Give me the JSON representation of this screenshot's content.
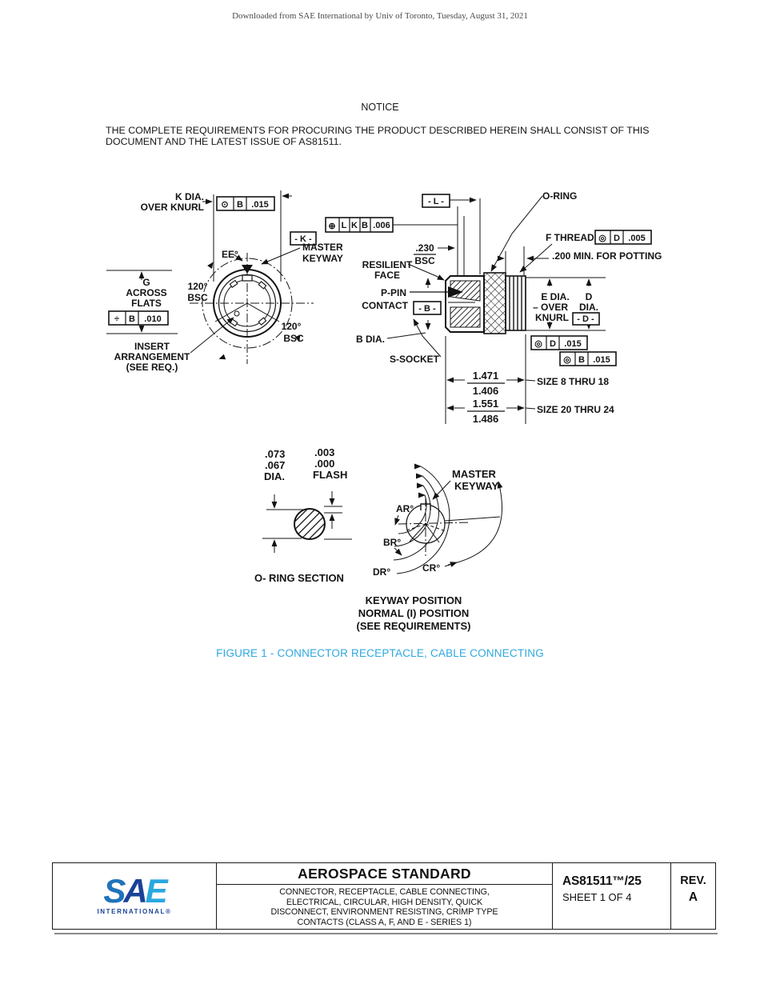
{
  "page": {
    "header": "Downloaded from SAE International by Univ of Toronto, Tuesday, August 31, 2021",
    "notice_title": "NOTICE",
    "notice_line1": "THE COMPLETE REQUIREMENTS FOR PROCURING THE PRODUCT DESCRIBED HEREIN SHALL CONSIST OF THIS",
    "notice_line2": "DOCUMENT AND THE LATEST ISSUE OF AS81511.",
    "figure_caption": "FIGURE 1 - CONNECTOR RECEPTACLE, CABLE CONNECTING",
    "caption_color": "#2fa8df"
  },
  "drawing": {
    "labels": {
      "kDia1": "K DIA.",
      "kDia2": "OVER KNURL",
      "master": "MASTER",
      "keyway": "KEYWAY",
      "ee": "EE°",
      "g": "G",
      "across": "ACROSS",
      "flats": "FLATS",
      "deg120": "120°",
      "bsc": "BSC",
      "insert": "INSERT",
      "arrangement": "ARRANGEMENT",
      "seeReq": "(SEE REQ.)",
      "oring": "O-RING",
      "fthread": "F THREAD",
      "potting": ".200 MIN. FOR POTTING",
      "bsc230": ".230",
      "resilient": "RESILIENT",
      "face": "FACE",
      "ppin": "P-PIN",
      "contact": "CONTACT",
      "bdia": "B DIA.",
      "ssocket": "S-SOCKET",
      "edia": "E DIA.",
      "eover": "– OVER",
      "eknurl": "KNURL",
      "dUpper": "D",
      "dia": "DIA.",
      "f1471": "1.471",
      "f1406": "1.406",
      "size8": "SIZE 8 THRU 18",
      "f1551": "1.551",
      "f1486": "1.486",
      "size20": "SIZE 20 THRU 24",
      "d073": ".073",
      "d067": ".067",
      "diaSmall": "DIA.",
      "f003": ".003",
      "f000": ".000",
      "flash": "FLASH",
      "oringSection": "O- RING SECTION",
      "ar": "AR°",
      "br": "BR°",
      "cr": "CR°",
      "dr": "DR°",
      "kp1": "KEYWAY POSITION",
      "kp2": "NORMAL (I) POSITION",
      "kp3": "(SEE REQUIREMENTS)"
    },
    "datums": {
      "k": "- K -",
      "l": "- L -",
      "b": "- B -",
      "d": "- D -"
    },
    "fcf": {
      "kdia": {
        "sym": "⊙",
        "a": "B",
        "tol": ".015"
      },
      "flats": {
        "sym": "÷",
        "a": "B",
        "tol": ".010"
      },
      "pos": {
        "sym": "⊕",
        "a": "L",
        "b": "K",
        "c": "B",
        "tol": ".006"
      },
      "fthread": {
        "sym": "◎",
        "a": "D",
        "tol": ".005"
      },
      "edia": {
        "sym": "◎",
        "a": "D",
        "tol": ".015"
      },
      "bdia": {
        "sym": "◎",
        "a": "B",
        "tol": ".015"
      }
    }
  },
  "title_block": {
    "logo_s": "S",
    "logo_a": "A",
    "logo_e": "E",
    "logo_sub": "INTERNATIONAL®",
    "title": "AEROSPACE STANDARD",
    "desc_lines": [
      "CONNECTOR, RECEPTACLE, CABLE CONNECTING,",
      "ELECTRICAL, CIRCULAR, HIGH DENSITY, QUICK",
      "DISCONNECT, ENVIRONMENT RESISTING, CRIMP TYPE",
      "CONTACTS (CLASS A, F, AND E - SERIES 1)"
    ],
    "doc_number": "AS81511™/25",
    "sheet": "SHEET 1 OF 4",
    "rev_label": "REV.",
    "rev_value": "A"
  }
}
